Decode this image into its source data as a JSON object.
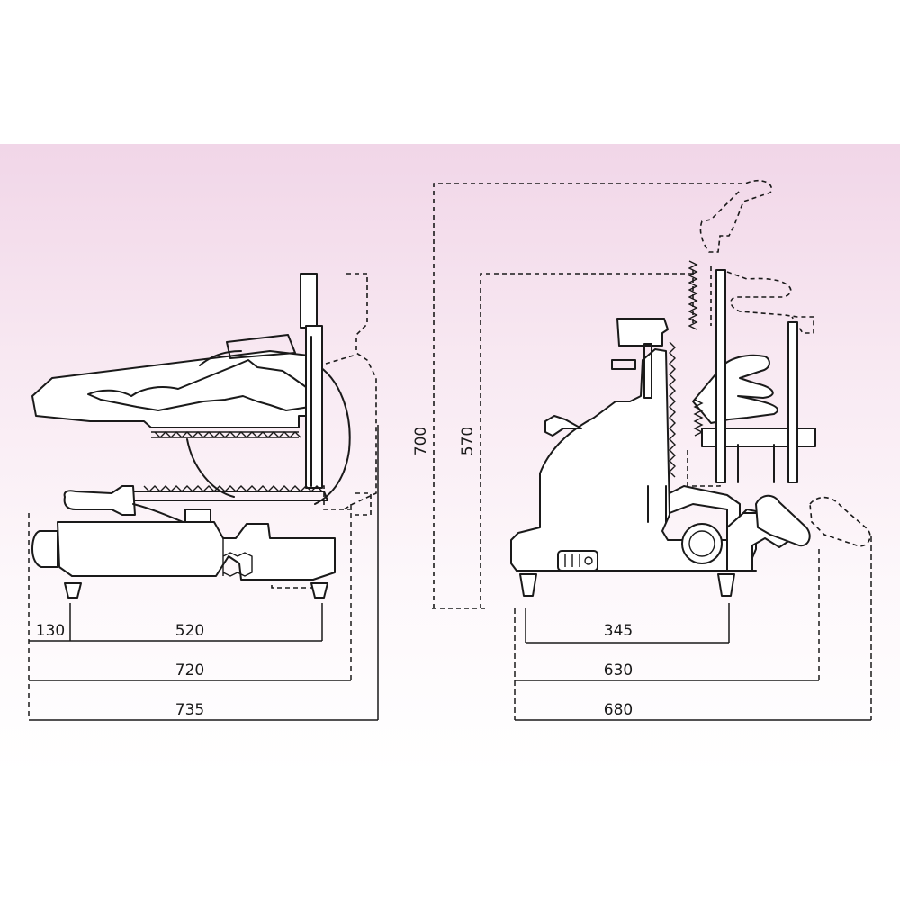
{
  "drawing": {
    "panel_color_top": "#f1d6e8",
    "line_color": "#1a1a1a"
  },
  "side_view": {
    "dimensions": {
      "d130": "130",
      "d520": "520",
      "d720": "720",
      "d735": "735"
    }
  },
  "front_view": {
    "dimensions": {
      "d700": "700",
      "d570": "570",
      "d345": "345",
      "d630": "630",
      "d680": "680"
    }
  }
}
